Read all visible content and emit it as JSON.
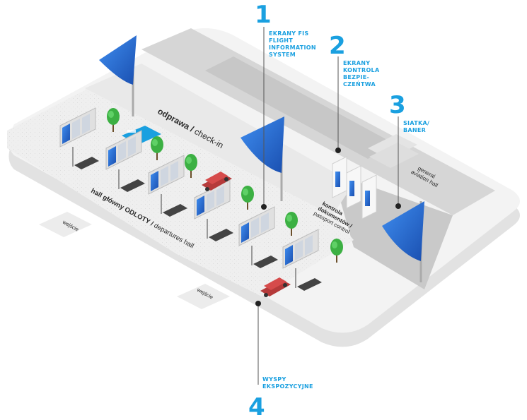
{
  "callouts": [
    {
      "number": "1",
      "lines": [
        "EKRANY FIS",
        "FLIGHT",
        "INFORMATION",
        "SYSTEM"
      ]
    },
    {
      "number": "2",
      "lines": [
        "EKRANY",
        "KONTROLA",
        "BEZPIE-",
        "CZEŃTWA"
      ]
    },
    {
      "number": "3",
      "lines": [
        "SIATKA/",
        "BANER"
      ]
    },
    {
      "number": "4",
      "lines": [
        "WYSPY",
        "EKSPOZYCYJNE"
      ]
    }
  ],
  "areas": {
    "checkin_bold": "odprawa /",
    "checkin_light": " check-in",
    "hall_bold": "hall główny ODLOTY /",
    "hall_light": " departures hall",
    "control_bold_1": "kontrola",
    "control_bold_2": "dokumentów /",
    "control_light": "passport control",
    "ga_1": "general",
    "ga_2": "aviation hall",
    "entry_1": "wejście",
    "entry_2": "wejście"
  },
  "colors": {
    "accent": "#1aa0e0",
    "floor": "#eeeeee",
    "slab": "#dcdcdc",
    "screen": "#1e63c8",
    "car": "#d64b4b",
    "tree": "#3cb043"
  }
}
